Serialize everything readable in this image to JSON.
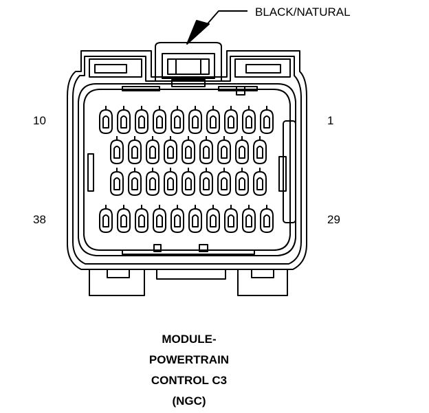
{
  "callout_label": "BLACK/NATURAL",
  "pin_numbers": {
    "top_right": "1",
    "top_left": "10",
    "bottom_left": "38",
    "bottom_right": "29"
  },
  "caption": {
    "line1": "MODULE-",
    "line2": "POWERTRAIN",
    "line3": "CONTROL C3",
    "line4": "(NGC)"
  },
  "connector": {
    "color": "#000000",
    "rows": [
      {
        "name": "row-1",
        "count": 10
      },
      {
        "name": "row-2",
        "count": 9
      },
      {
        "name": "row-3",
        "count": 9
      },
      {
        "name": "row-4",
        "count": 10
      }
    ]
  }
}
